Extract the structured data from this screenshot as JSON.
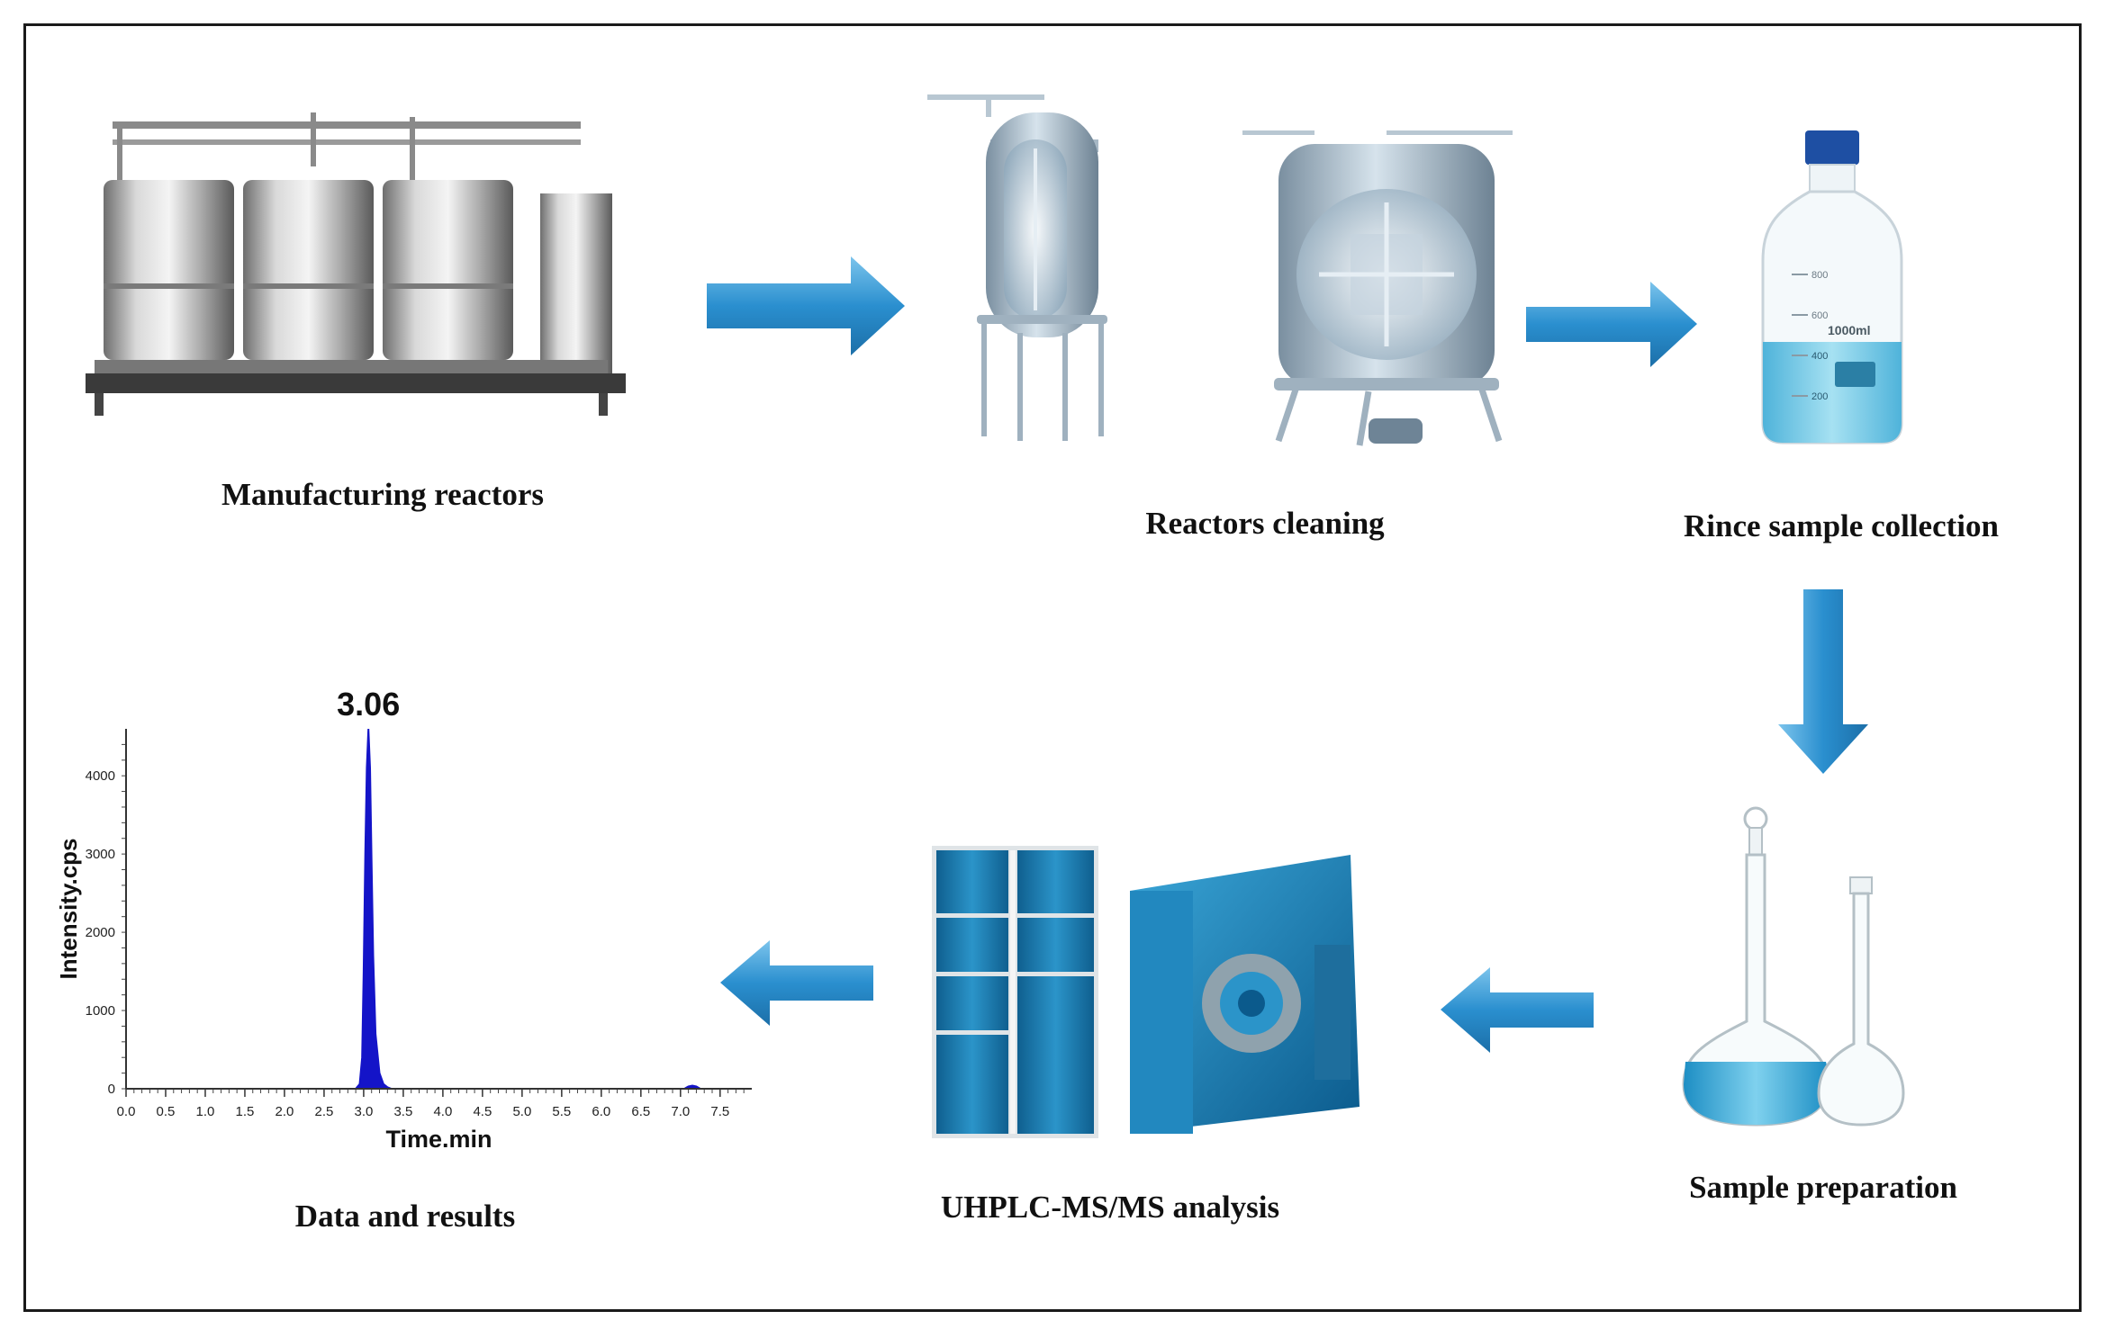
{
  "steps": [
    {
      "id": "manufacturing",
      "label": "Manufacturing reactors"
    },
    {
      "id": "cleaning",
      "label": "Reactors cleaning"
    },
    {
      "id": "rince",
      "label": "Rince sample collection"
    },
    {
      "id": "preparation",
      "label": "Sample preparation"
    },
    {
      "id": "analysis",
      "label": "UHPLC-MS/MS analysis"
    },
    {
      "id": "results",
      "label": "Data and results"
    }
  ],
  "bottle_markings": {
    "volume": "1000ml",
    "grad_800": "800",
    "grad_600": "600",
    "grad_400": "400",
    "grad_200": "200"
  },
  "colors": {
    "arrow": "#2a8fcf",
    "arrow_light": "#7cc4ec",
    "liquid": "#6fc7e6",
    "instrument": "#1a7fb5",
    "peak": "#1414c8"
  },
  "icons": [
    "process-flow-arrow"
  ],
  "chart_data": {
    "type": "line",
    "title": "",
    "peak_label": "3.06",
    "xlabel": "Time.min",
    "ylabel": "Intensity.cps",
    "xlim": [
      0.0,
      7.9
    ],
    "ylim": [
      0,
      4600
    ],
    "x_ticks": [
      "0.0",
      "0.5",
      "1.0",
      "1.5",
      "2.0",
      "2.5",
      "3.0",
      "3.5",
      "4.0",
      "4.5",
      "5.0",
      "5.5",
      "6.0",
      "6.5",
      "7.0",
      "7.5"
    ],
    "y_ticks": [
      "0",
      "1000",
      "2000",
      "3000",
      "4000"
    ],
    "series": [
      {
        "x": [
          0.0,
          2.9,
          2.95,
          2.98,
          3.0,
          3.02,
          3.04,
          3.06,
          3.08,
          3.1,
          3.12,
          3.15,
          3.2,
          3.25,
          3.3,
          3.35,
          3.4,
          7.05,
          7.1,
          7.15,
          7.2,
          7.25,
          7.9
        ],
        "y": [
          0,
          0,
          60,
          400,
          1500,
          3000,
          4100,
          4600,
          4100,
          2900,
          1700,
          700,
          200,
          60,
          20,
          0,
          0,
          0,
          30,
          40,
          30,
          0,
          0
        ]
      }
    ]
  }
}
